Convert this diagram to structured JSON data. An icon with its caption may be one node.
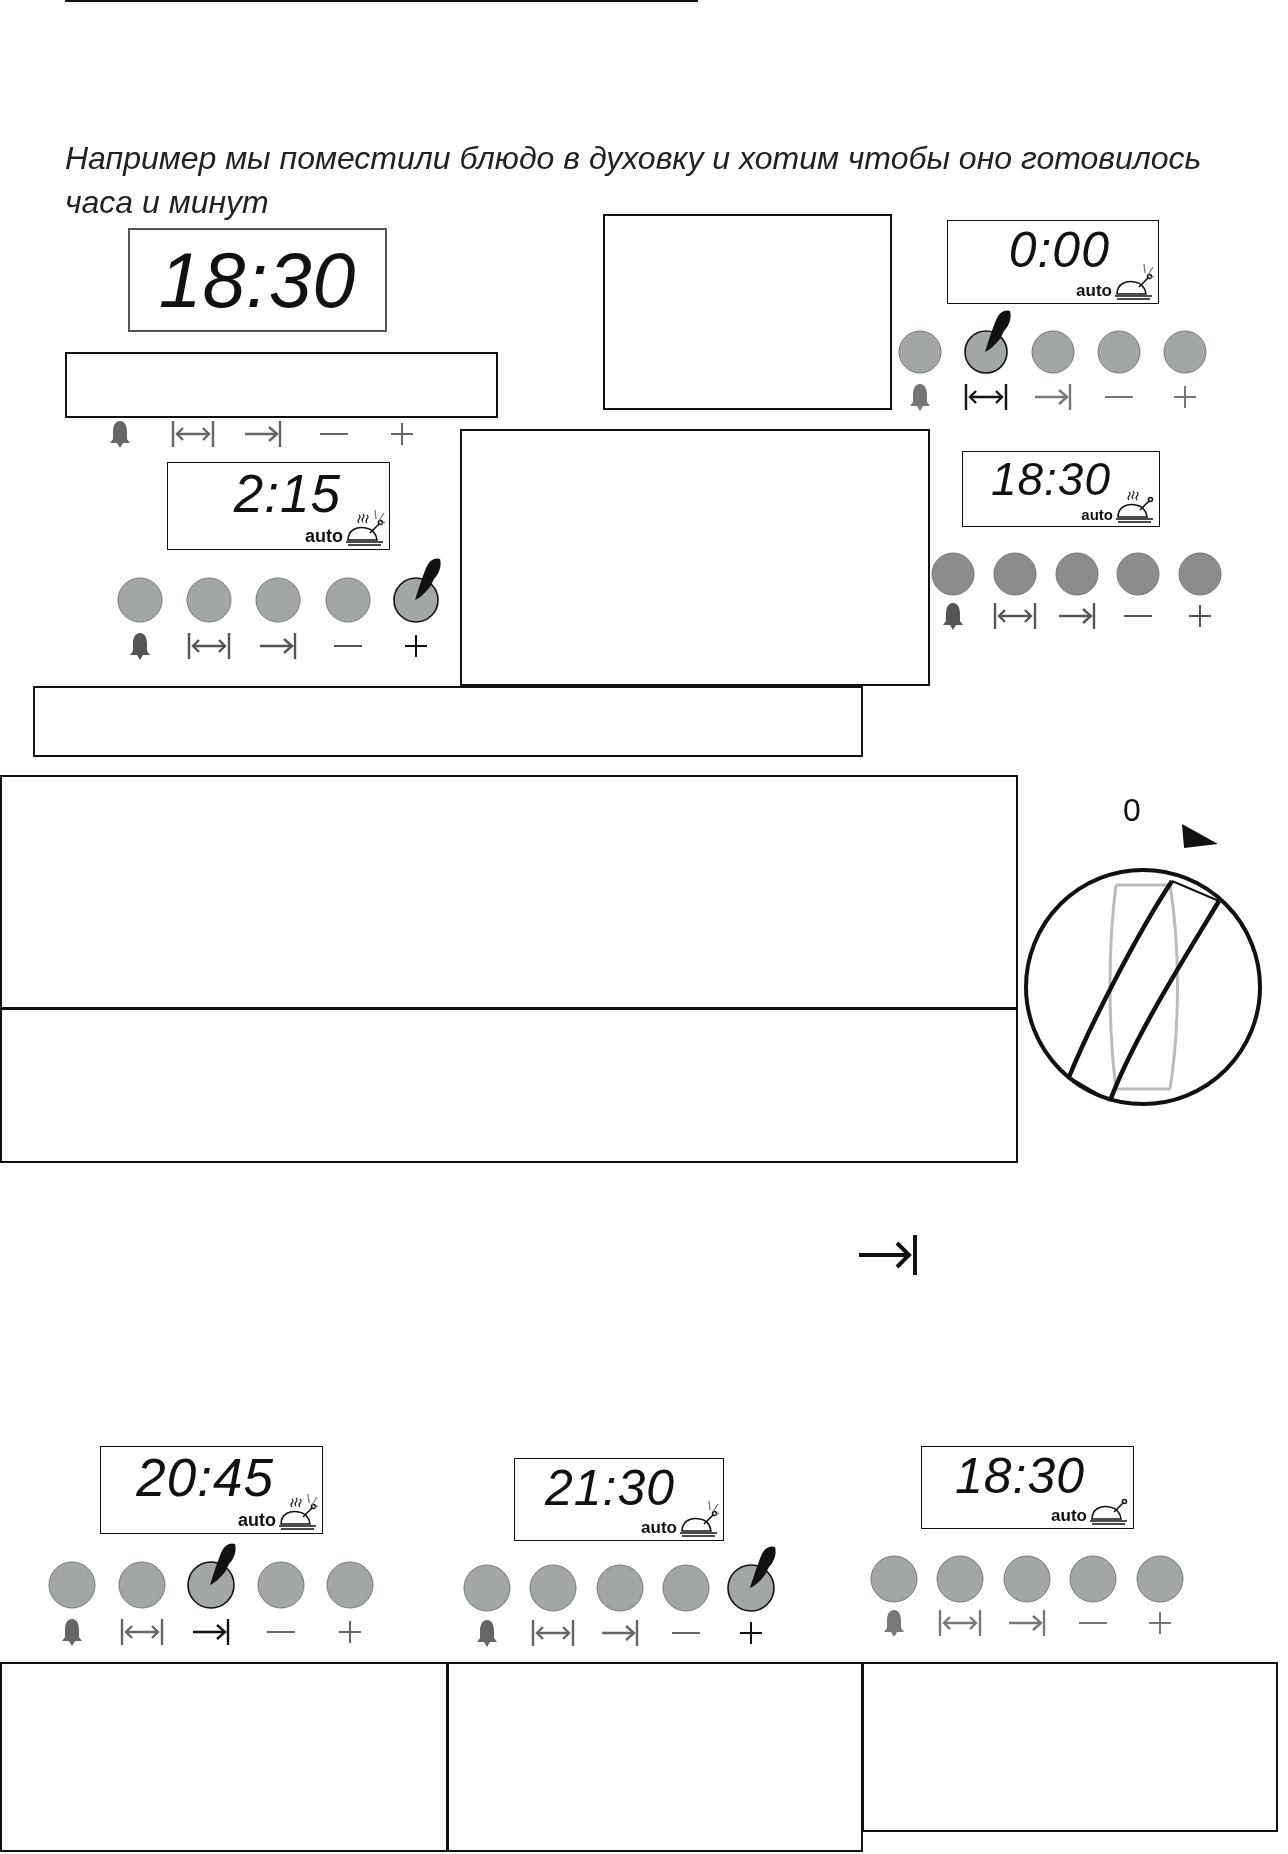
{
  "diagram": {
    "nodes": [
      {
        "text": [
          "18:30"
        ]
      },
      {
        "text": [],
        "shape": "box"
      },
      {
        "text": [
          "0:00",
          "auto"
        ]
      },
      {
        "text": [],
        "shape": "box"
      },
      {
        "text": [
          "2:15",
          "auto"
        ]
      },
      {
        "text": [],
        "shape": "box"
      },
      {
        "text": [
          "18:30",
          "auto"
        ]
      },
      {
        "text": [],
        "shape": "box"
      },
      {
        "text": [],
        "shape": "box"
      },
      {
        "text": [],
        "shape": "box"
      },
      {
        "text": [
          "20:45",
          "auto"
        ]
      },
      {
        "text": [
          "21:30",
          "auto"
        ]
      },
      {
        "text": [
          "18:30",
          "auto"
        ]
      },
      {
        "text": [],
        "shape": "box"
      },
      {
        "text": [],
        "shape": "box"
      },
      {
        "text": [],
        "shape": "box"
      }
    ],
    "labels": [
      "Например мы поместили блюдо в духовку и хотим чтобы оно готовилось часа и минут",
      "0"
    ]
  }
}
